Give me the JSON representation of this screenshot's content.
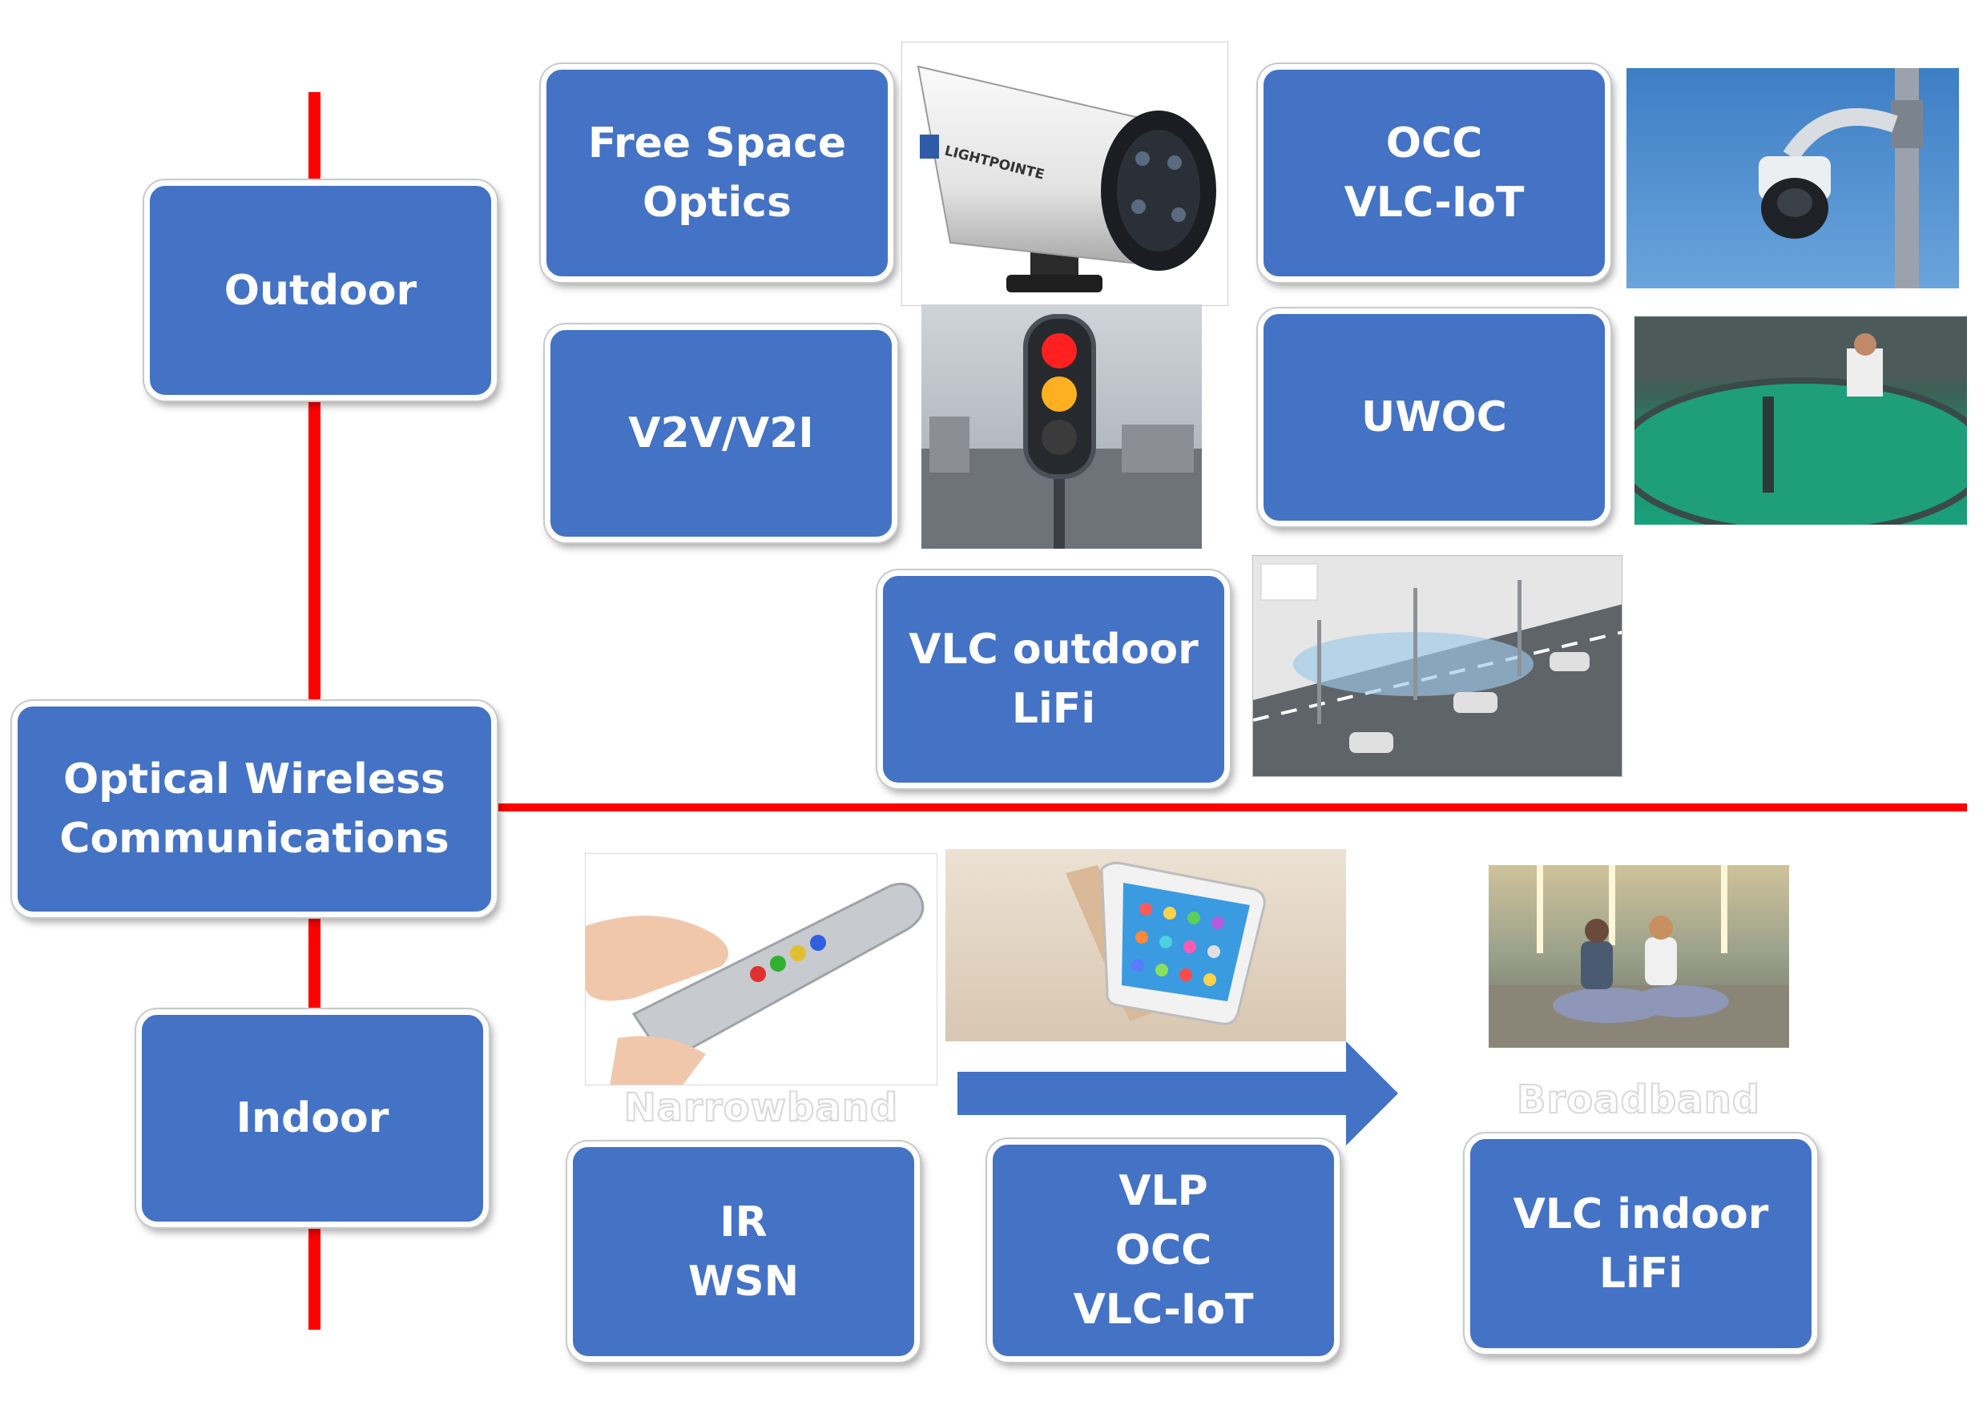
{
  "center": {
    "lines": [
      "Optical Wireless",
      "Communications"
    ]
  },
  "outdoor": {
    "label": "Outdoor"
  },
  "indoor": {
    "label": "Indoor"
  },
  "outdoor_apps": {
    "fso": [
      "Free Space",
      "Optics"
    ],
    "occ_iot": [
      "OCC",
      "VLC-IoT"
    ],
    "v2v": [
      "V2V/V2I"
    ],
    "uwoc": [
      "UWOC"
    ],
    "vlc_outdoor": [
      "VLC outdoor",
      "LiFi"
    ]
  },
  "indoor_apps": {
    "ir_wsn": [
      "IR",
      "WSN"
    ],
    "vlp": [
      "VLP",
      "OCC",
      "VLC-IoT"
    ],
    "vlc_indoor": [
      "VLC indoor",
      "LiFi"
    ]
  },
  "captions": {
    "narrowband": "Narrowband",
    "broadband": "Broadband"
  },
  "photos": {
    "fso_device_brand": "LIGHTPOINTE"
  },
  "colors": {
    "box_fill": "#4472c4",
    "line": "#ff0000"
  }
}
